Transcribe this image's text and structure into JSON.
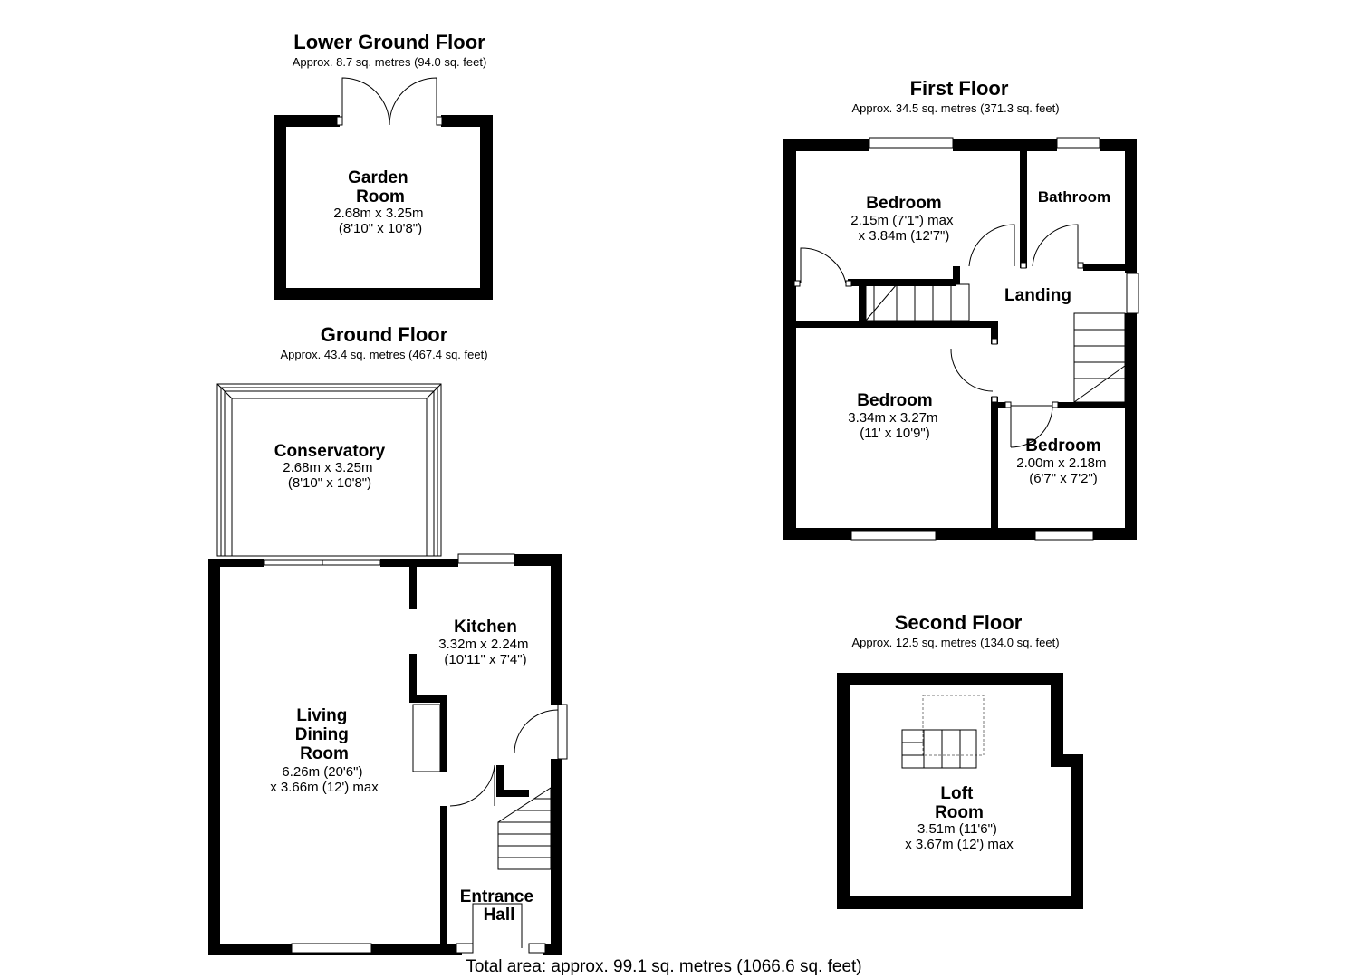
{
  "floors": {
    "lower_ground": {
      "title": "Lower Ground Floor",
      "area": "Approx. 8.7 sq. metres (94.0 sq. feet)",
      "rooms": [
        {
          "name_lines": [
            "Garden",
            "Room"
          ],
          "dims": [
            "2.68m x 3.25m",
            "(8'10\" x 10'8\")"
          ]
        }
      ]
    },
    "ground": {
      "title": "Ground Floor",
      "area": "Approx. 43.4 sq. metres (467.4 sq. feet)",
      "rooms": [
        {
          "name_lines": [
            "Conservatory"
          ],
          "dims": [
            "2.68m x 3.25m",
            "(8'10\" x 10'8\")"
          ]
        },
        {
          "name_lines": [
            "Kitchen"
          ],
          "dims": [
            "3.32m x 2.24m",
            "(10'11\" x 7'4\")"
          ]
        },
        {
          "name_lines": [
            "Living",
            "Dining",
            "Room"
          ],
          "dims": [
            "6.26m (20'6\")",
            "x 3.66m (12') max"
          ]
        },
        {
          "name_lines": [
            "Entrance",
            "Hall"
          ],
          "dims": []
        }
      ]
    },
    "first": {
      "title": "First Floor",
      "area": "Approx. 34.5 sq. metres (371.3 sq. feet)",
      "rooms": [
        {
          "name_lines": [
            "Bedroom"
          ],
          "dims": [
            "2.15m (7'1\") max",
            "x 3.84m (12'7\")"
          ]
        },
        {
          "name_lines": [
            "Bathroom"
          ],
          "dims": []
        },
        {
          "name_lines": [
            "Landing"
          ],
          "dims": []
        },
        {
          "name_lines": [
            "Bedroom"
          ],
          "dims": [
            "3.34m x 3.27m",
            "(11' x 10'9\")"
          ]
        },
        {
          "name_lines": [
            "Bedroom"
          ],
          "dims": [
            "2.00m x 2.18m",
            "(6'7\" x 7'2\")"
          ]
        }
      ]
    },
    "second": {
      "title": "Second Floor",
      "area": "Approx. 12.5 sq. metres (134.0 sq. feet)",
      "rooms": [
        {
          "name_lines": [
            "Loft",
            "Room"
          ],
          "dims": [
            "3.51m (11'6\")",
            "x 3.67m (12') max"
          ]
        }
      ]
    }
  },
  "total_area": "Total area: approx. 99.1 sq. metres (1066.6 sq. feet)"
}
